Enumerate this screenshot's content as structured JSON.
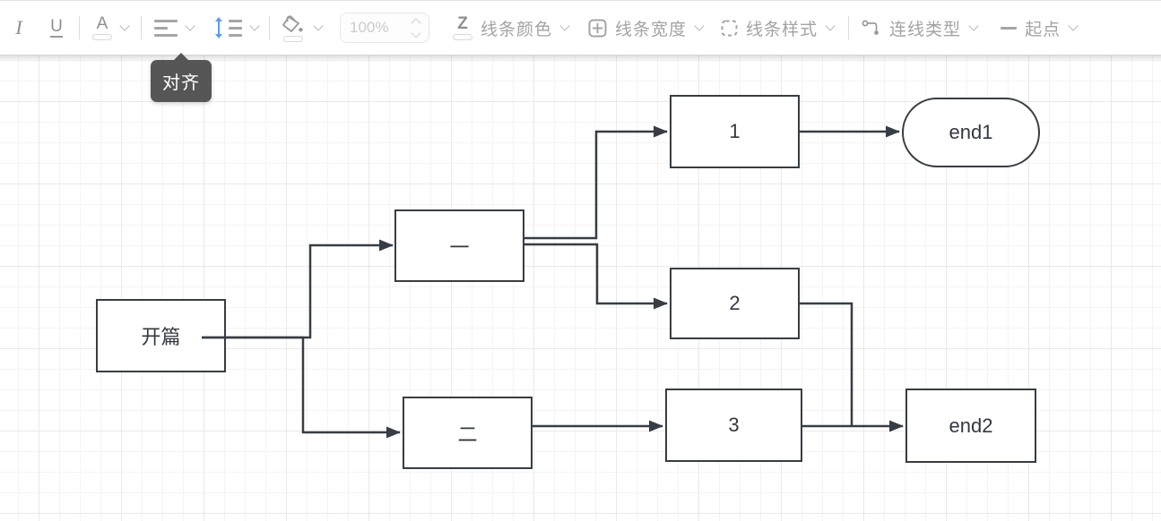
{
  "toolbar": {
    "italic": "I",
    "underline": "U",
    "font_color_letter": "A",
    "line_color_letter": "Z",
    "zoom_value": "100%",
    "labels": {
      "line_color": "线条颜色",
      "line_width": "线条宽度",
      "line_style": "线条样式",
      "connector_type": "连线类型",
      "start_point": "起点"
    }
  },
  "tooltip": {
    "text": "对齐"
  },
  "diagram": {
    "nodes": {
      "start": "开篇",
      "branch_one": "一",
      "branch_two": "二",
      "step1": "1",
      "step2": "2",
      "step3": "3",
      "end1": "end1",
      "end2": "end2"
    },
    "edges": [
      {
        "from": "开篇",
        "to": "一",
        "type": "orthogonal"
      },
      {
        "from": "开篇",
        "to": "二",
        "type": "orthogonal"
      },
      {
        "from": "一",
        "to": "1",
        "type": "orthogonal"
      },
      {
        "from": "一",
        "to": "2",
        "type": "orthogonal"
      },
      {
        "from": "1",
        "to": "end1",
        "type": "straight"
      },
      {
        "from": "二",
        "to": "3",
        "type": "straight"
      },
      {
        "from": "3",
        "to": "end2",
        "type": "straight"
      },
      {
        "from": "2",
        "to": "end2",
        "type": "orthogonal"
      }
    ]
  },
  "colors": {
    "node_stroke": "#373d44",
    "edge_stroke": "#373d44",
    "tooltip_bg": "#565656",
    "accent_blue": "#5e9de6",
    "toolbar_icon": "#9a9a9a",
    "toolbar_text": "#a3a3a3",
    "disabled_text": "#cbcbcb",
    "grid_minor": "#f4f4f6",
    "grid_major": "#e9e9eb"
  },
  "icons": {
    "italic-icon": "I",
    "underline-icon": "U",
    "font-color-icon": "A + color bar",
    "align-icon": "three horizontal lines",
    "line-height-icon": "vertical double arrow + lines",
    "fill-color-icon": "paint bucket + color bar",
    "stepper-up-icon": "chevron-up",
    "stepper-down-icon": "chevron-down",
    "line-color-icon": "Z + color bar",
    "line-width-icon": "rounded square grid",
    "line-style-icon": "dashed square",
    "connector-type-icon": "elbow line with end dots",
    "start-point-icon": "dash",
    "chevron-down-icon": "∨"
  }
}
